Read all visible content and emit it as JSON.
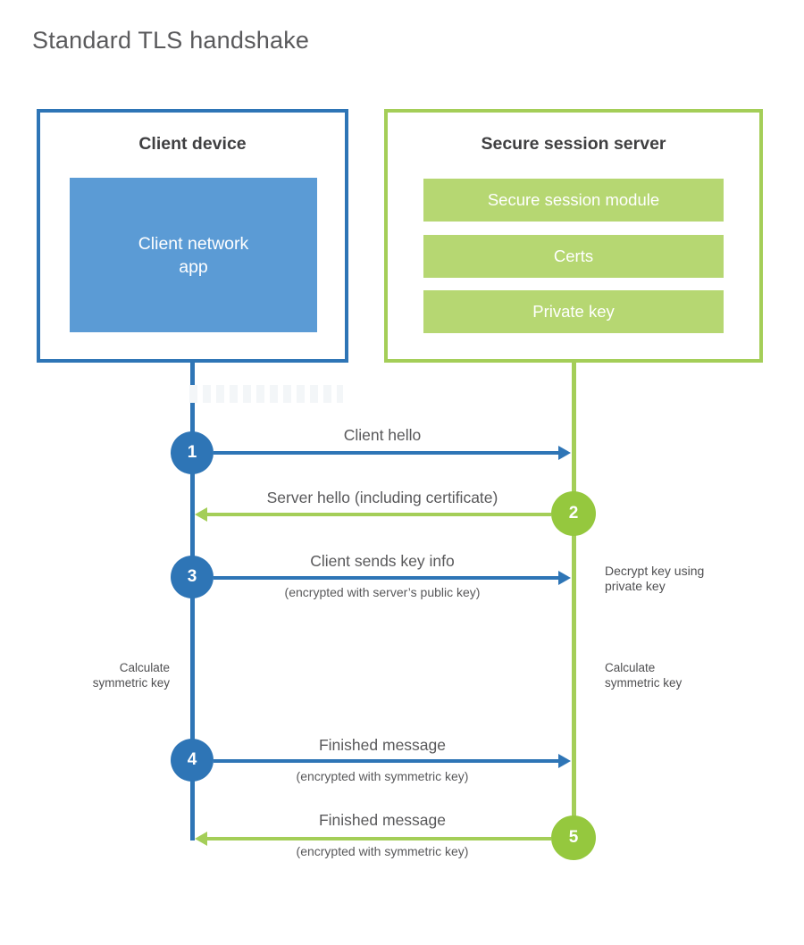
{
  "title": "Standard TLS handshake",
  "colors": {
    "blue_line": "#2e75b6",
    "blue_fill": "#5b9bd5",
    "green_line": "#a4ce58",
    "green_circle": "#95c83e",
    "green_fill": "#b6d772",
    "heading_text": "#3f3f41",
    "label_text": "#58585a"
  },
  "client": {
    "title": "Client device",
    "module": "Client network\napp"
  },
  "server": {
    "title": "Secure session server",
    "modules": [
      "Secure session module",
      "Certs",
      "Private key"
    ]
  },
  "steps": [
    {
      "num": "1",
      "label": "Client hello",
      "sub": "",
      "direction": "client-to-server"
    },
    {
      "num": "2",
      "label": "Server hello (including certificate)",
      "sub": "",
      "direction": "server-to-client"
    },
    {
      "num": "3",
      "label": "Client sends key info",
      "sub": "(encrypted with server’s public key)",
      "direction": "client-to-server"
    },
    {
      "num": "4",
      "label": "Finished message",
      "sub": "(encrypted with symmetric key)",
      "direction": "client-to-server"
    },
    {
      "num": "5",
      "label": "Finished message",
      "sub": "(encrypted with symmetric key)",
      "direction": "server-to-client"
    }
  ],
  "annotations": {
    "decrypt": "Decrypt key using\nprivate key",
    "calc_left": "Calculate\nsymmetric key",
    "calc_right": "Calculate\nsymmetric key"
  }
}
